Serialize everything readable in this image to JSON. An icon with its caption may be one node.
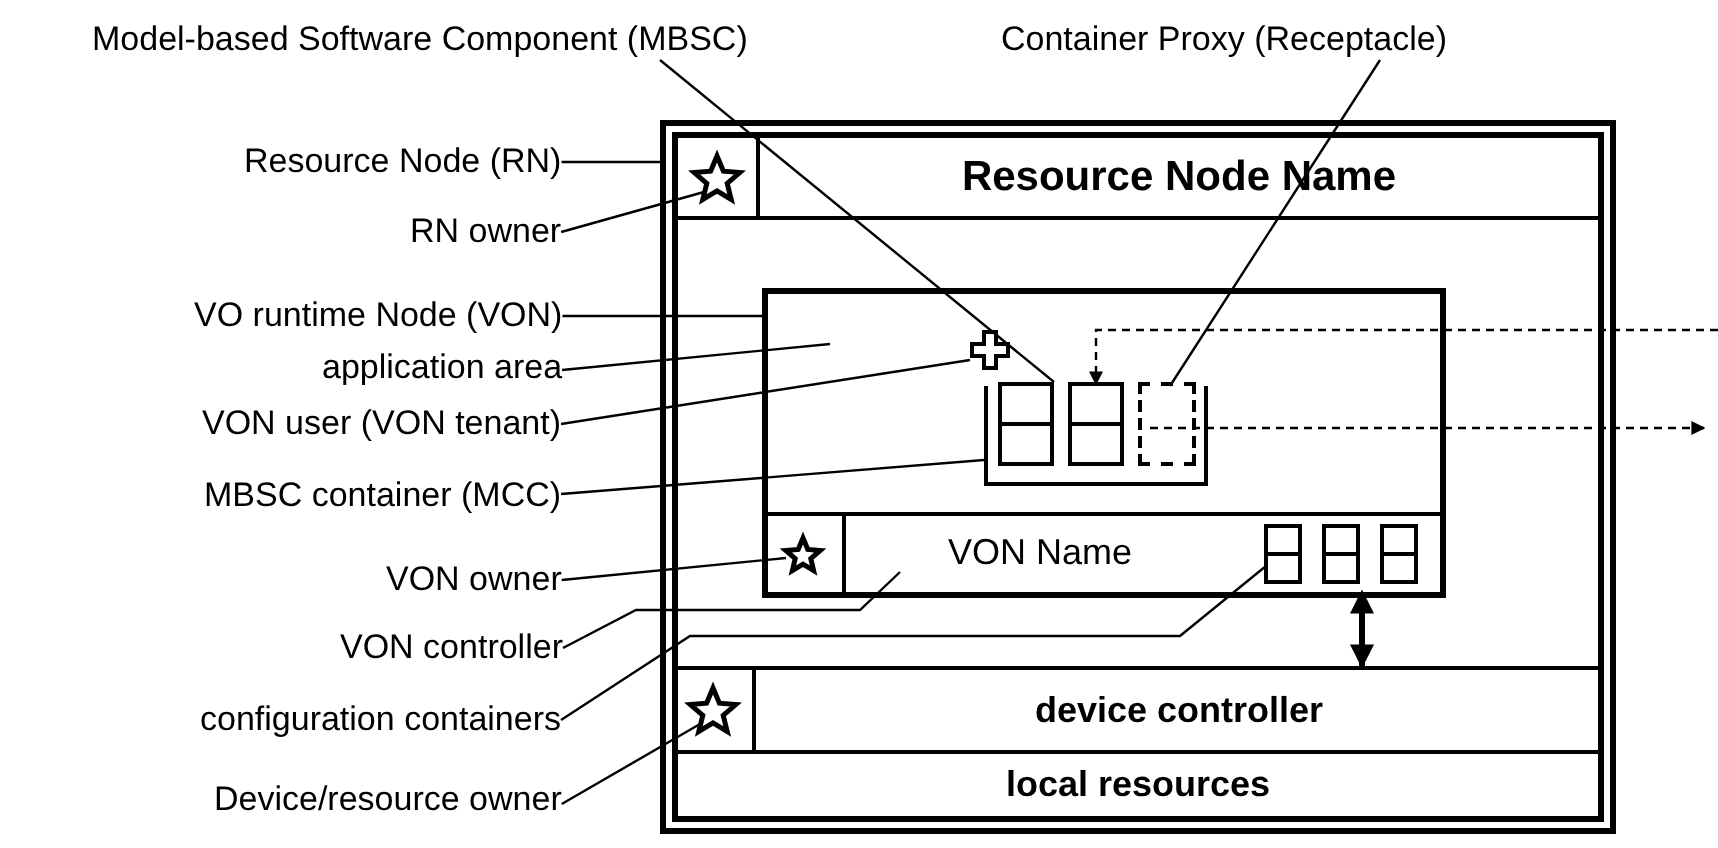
{
  "diagram": {
    "nodes": [
      {
        "text": [
          "Resource Node Name"
        ]
      },
      {
        "text": [],
        "shape": "star",
        "in": 0
      },
      {
        "text": [],
        "shape": "box",
        "in": 0
      },
      {
        "text": [],
        "shape": "box",
        "in": 2
      },
      {
        "text": [],
        "shape": "cross",
        "in": 3
      },
      {
        "text": [],
        "shape": "bracket",
        "in": 3
      },
      {
        "text": [],
        "shape": "box",
        "in": 5
      },
      {
        "text": [],
        "shape": "box",
        "in": 5
      },
      {
        "text": [],
        "shape": "box",
        "in": 5
      },
      {
        "text": [
          "VON Name"
        ],
        "in": 2
      },
      {
        "text": [],
        "shape": "star",
        "in": 9
      },
      {
        "text": [],
        "shape": "box",
        "in": 9
      },
      {
        "text": [],
        "shape": "box",
        "in": 9
      },
      {
        "text": [],
        "shape": "box",
        "in": 9
      },
      {
        "text": [
          "device controller"
        ],
        "in": 0
      },
      {
        "text": [],
        "shape": "star",
        "in": 14
      },
      {
        "text": [
          "local resources"
        ],
        "in": 0
      },
      {
        "text": [
          "Model-based Software Component (MBSC)"
        ]
      },
      {
        "text": [
          "Container Proxy (Receptacle)"
        ]
      },
      {
        "text": [
          "Resource Node (RN)"
        ]
      },
      {
        "text": [
          "RN owner"
        ]
      },
      {
        "text": [
          "VO runtime Node (VON)"
        ]
      },
      {
        "text": [
          "application area"
        ]
      },
      {
        "text": [
          "VON user (VON tenant)"
        ]
      },
      {
        "text": [
          "MBSC container (MCC)"
        ]
      },
      {
        "text": [
          "VON owner"
        ]
      },
      {
        "text": [
          "VON controller"
        ]
      },
      {
        "text": [
          "configuration containers"
        ]
      },
      {
        "text": [
          "Device/resource owner"
        ]
      }
    ],
    "edges": [
      {
        "from": 17,
        "to": 6,
        "arrow": "none"
      },
      {
        "from": 18,
        "to": 8,
        "arrow": "none"
      },
      {
        "from": 19,
        "to": 0,
        "arrow": "none"
      },
      {
        "from": 20,
        "to": 1,
        "arrow": "none"
      },
      {
        "from": 21,
        "to": 2,
        "arrow": "none"
      },
      {
        "from": 22,
        "to": 3,
        "arrow": "none"
      },
      {
        "from": 23,
        "to": 4,
        "arrow": "none"
      },
      {
        "from": 24,
        "to": 5,
        "arrow": "none"
      },
      {
        "from": 25,
        "to": 10,
        "arrow": "none"
      },
      {
        "from": 26,
        "to": 9,
        "arrow": "none"
      },
      {
        "from": 27,
        "to": 11,
        "arrow": "none"
      },
      {
        "from": 28,
        "to": 15,
        "arrow": "none"
      },
      {
        "from": null,
        "to": 7,
        "arrow": "to",
        "style": "dashed"
      },
      {
        "from": 8,
        "to": null,
        "arrow": "to",
        "style": "dashed"
      },
      {
        "from": 9,
        "to": 14,
        "arrow": "both",
        "style": "thick"
      }
    ]
  }
}
